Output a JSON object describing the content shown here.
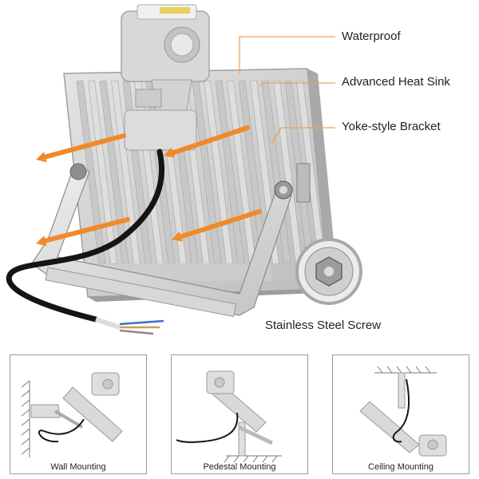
{
  "callouts": {
    "waterproof": "Waterproof",
    "heat_sink": "Advanced Heat Sink",
    "bracket": "Yoke-style Bracket",
    "screw": "Stainless Steel Screw"
  },
  "mounting": [
    {
      "label": "Wall Mounting"
    },
    {
      "label": "Pedestal Mounting"
    },
    {
      "label": "Ceiling Mounting"
    }
  ],
  "colors": {
    "arrow": "#f08a2a",
    "housing": "#c9c9c9",
    "fin_light": "#dedede",
    "fin_dark": "#b4b4b4",
    "cable": "#151515"
  }
}
